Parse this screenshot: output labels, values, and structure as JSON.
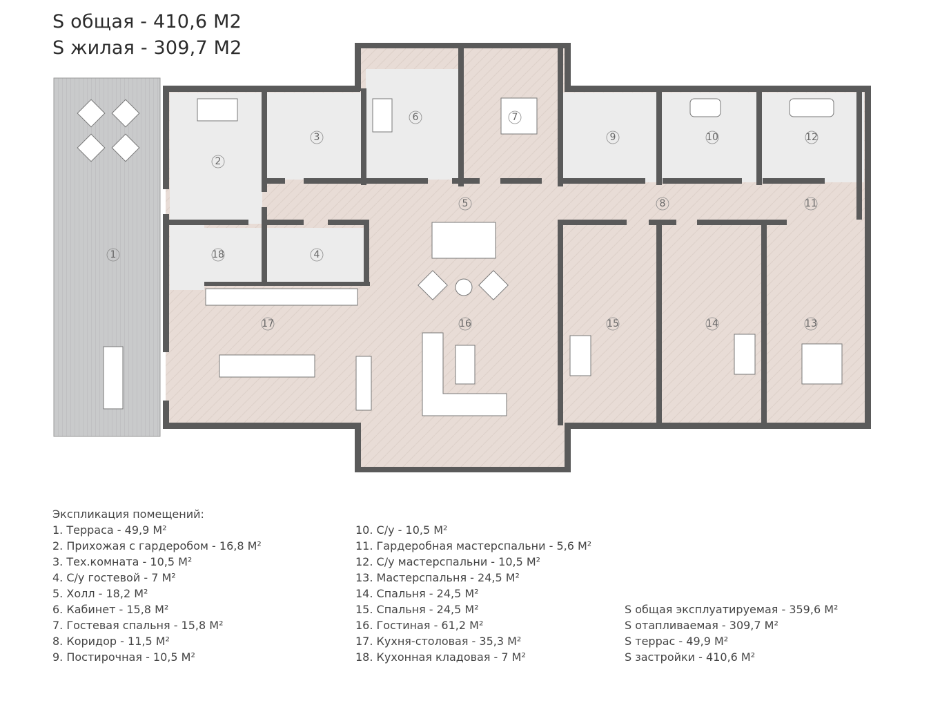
{
  "header": {
    "total_area": "S общая - 410,6 М2",
    "living_area": "S жилая - 309,7 М2"
  },
  "rooms": [
    "1",
    "2",
    "3",
    "4",
    "5",
    "6",
    "7",
    "8",
    "9",
    "10",
    "11",
    "12",
    "13",
    "14",
    "15",
    "16",
    "17",
    "18"
  ],
  "legend": {
    "title": "Экспликация помещений:",
    "col1": [
      "1. Терраса - 49,9 М²",
      "2. Прихожая с гардеробом - 16,8 М²",
      "3. Тех.комната - 10,5 М²",
      "4. С/у гостевой - 7 М²",
      "5. Холл - 18,2 М²",
      "6. Кабинет - 15,8 М²",
      "7. Гостевая спальня - 15,8 М²",
      "8. Коридор - 11,5 М²",
      "9. Постирочная - 10,5 М²"
    ],
    "col2": [
      "10. С/у - 10,5 М²",
      "11. Гардеробная мастерспальни - 5,6 М²",
      "12. С/у мастерспальни - 10,5 М²",
      "13. Мастерспальня - 24,5 М²",
      "14. Спальня - 24,5 М²",
      "15. Спальня - 24,5 М²",
      "16. Гостиная - 61,2 М²",
      "17. Кухня-столовая - 35,3 М²",
      "18. Кухонная кладовая - 7 М²"
    ],
    "totals": [
      "S общая эксплуатируемая - 359,6 М²",
      "S отапливаемая - 309,7 М²",
      "S террас - 49,9 М²",
      "S застройки - 410,6 М²"
    ]
  },
  "colors": {
    "wall": "#5a5a5a",
    "floor_wood": "#e8dcd6",
    "floor_tile": "#ececec",
    "terrace": "#c9cacb"
  }
}
